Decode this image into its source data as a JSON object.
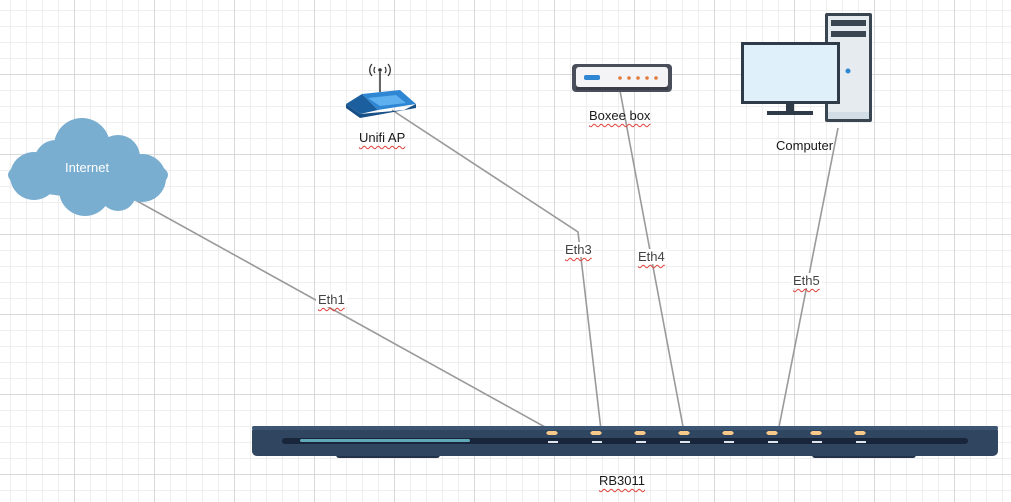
{
  "nodes": {
    "internet": {
      "label": "Internet"
    },
    "unifi": {
      "label": "Unifi AP"
    },
    "boxee": {
      "label": "Boxee box"
    },
    "computer": {
      "label": "Computer"
    },
    "router": {
      "label": "RB3011"
    }
  },
  "links": [
    {
      "id": "eth1",
      "label": "Eth1"
    },
    {
      "id": "eth3",
      "label": "Eth3"
    },
    {
      "id": "eth4",
      "label": "Eth4"
    },
    {
      "id": "eth5",
      "label": "Eth5"
    }
  ],
  "colors": {
    "cloud": "#7aaed0",
    "link": "#9a9a9a",
    "router_body": "#2f4560",
    "port_led": "#f6c98a",
    "wifi_ap": "#2f86d3",
    "monitor_screen": "#dff0fa"
  }
}
